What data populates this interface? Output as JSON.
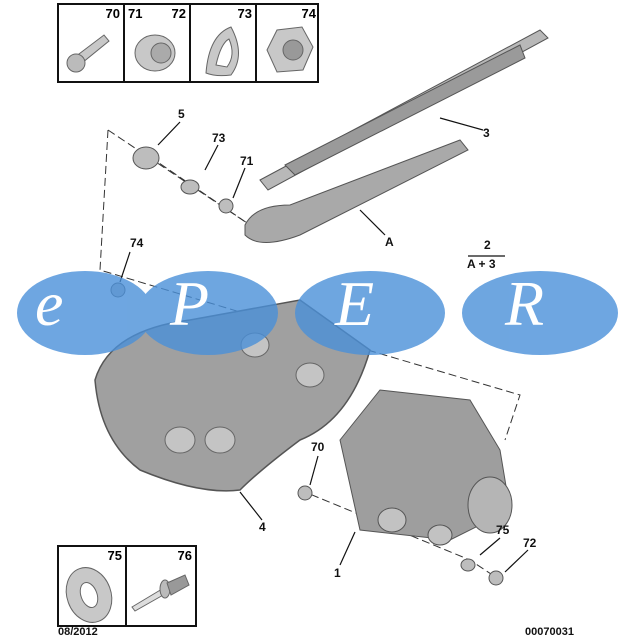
{
  "top_parts_box": {
    "cells": [
      {
        "number": "70",
        "icon": "screw-icon"
      },
      {
        "number_left": "71",
        "number": "72",
        "icon": "flange-nut-icon"
      },
      {
        "number": "73",
        "icon": "curved-washer-icon"
      },
      {
        "number": "74",
        "icon": "hex-nut-icon"
      }
    ]
  },
  "bottom_parts_box": {
    "cells": [
      {
        "number": "75",
        "icon": "flat-washer-icon"
      },
      {
        "number": "76",
        "icon": "rivet-icon"
      }
    ]
  },
  "callouts": {
    "c5": "5",
    "c73": "73",
    "c71": "71",
    "c3": "3",
    "cA": "A",
    "c2": "2",
    "cA3": "A + 3",
    "c74": "74",
    "c4": "4",
    "c70": "70",
    "c1": "1",
    "c75": "75",
    "c72": "72"
  },
  "footer": {
    "date": "08/2012",
    "code": "00070031"
  },
  "watermark": {
    "letters": [
      "e",
      "P",
      "E",
      "R"
    ],
    "color": "#4a90d9"
  }
}
